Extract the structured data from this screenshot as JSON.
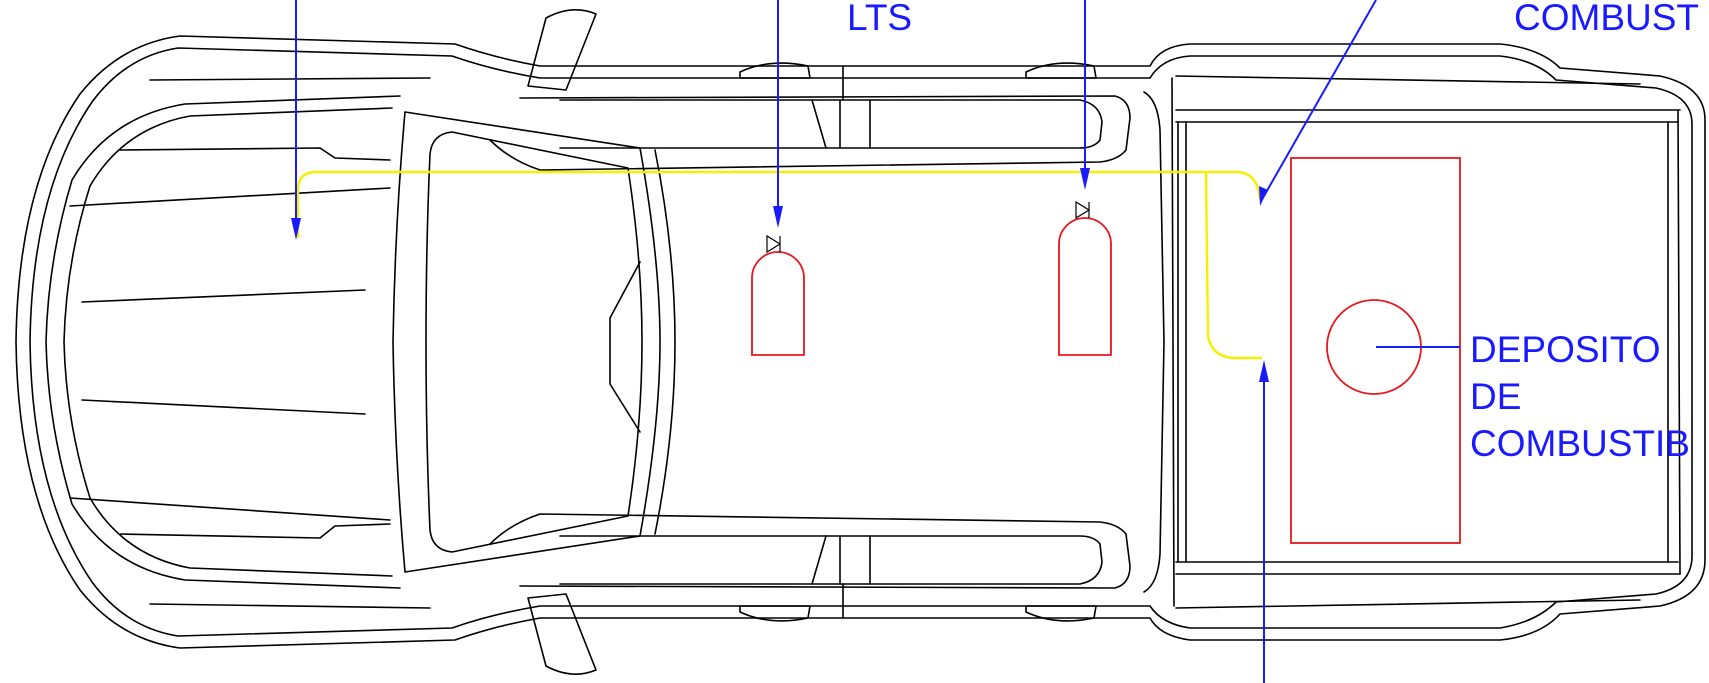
{
  "colors": {
    "vehicle_outline": "#000000",
    "label": "#1a1aff",
    "leader": "#1a1aff",
    "component": "#e8161e",
    "pipe": "#f5f000"
  },
  "labels": {
    "lts": "LTS",
    "combust_top": "COMBUST",
    "deposito": [
      "DEPOSITO",
      "DE",
      "COMBUSTIB"
    ]
  },
  "icons": {
    "valve": "valve-symbol-icon",
    "cylinder": "gas-cylinder-icon",
    "tank": "fuel-tank-icon"
  }
}
